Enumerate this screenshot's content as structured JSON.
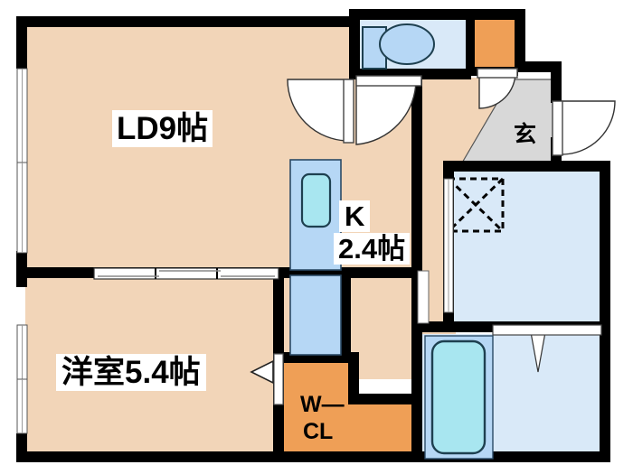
{
  "plan": {
    "title": "Apartment floor plan 1LDK",
    "rooms": [
      {
        "id": "ld",
        "label": "LD9帖",
        "name": "living-dining",
        "area_jo": 9,
        "floor_color": "#f2d5b8"
      },
      {
        "id": "kitchen",
        "label": "K",
        "label2": "2.4帖",
        "name": "kitchen",
        "area_jo": 2.4,
        "floor_color": "#f2d5b8"
      },
      {
        "id": "bedroom",
        "label": "洋室5.4帖",
        "name": "western-room",
        "area_jo": 5.4,
        "floor_color": "#f2d5b8"
      },
      {
        "id": "wcl",
        "label": "W—",
        "label2": "CL",
        "name": "walk-in-closet",
        "floor_color": "#ef9f56"
      },
      {
        "id": "genkan",
        "label": "玄",
        "name": "entrance",
        "floor_color": "#d8d8d8"
      }
    ],
    "colors": {
      "wall": "#000000",
      "floor": "#f2d5b8",
      "closet_orange": "#ef9f56",
      "water_area": "#d9e9f8",
      "fixture_blue": "#b6d7f5",
      "tub_inner": "#a8e6f0",
      "entry_gray": "#d8d8d8",
      "door_swing": "#ffffff",
      "outline": "#1a1a1a",
      "background": "#ffffff"
    },
    "fixtures": [
      {
        "name": "toilet",
        "room": "toilet-room"
      },
      {
        "name": "bathtub",
        "room": "bathroom"
      },
      {
        "name": "kitchen-sink",
        "room": "kitchen"
      },
      {
        "name": "vanity",
        "room": "washroom"
      },
      {
        "name": "storage-closet",
        "room": "storage"
      }
    ],
    "openings": [
      {
        "name": "balcony-window-upper",
        "type": "window",
        "wall": "west"
      },
      {
        "name": "balcony-window-lower",
        "type": "window",
        "wall": "west"
      },
      {
        "name": "bedroom-sliding-door",
        "type": "sliding-door",
        "wall": "interior"
      },
      {
        "name": "ld-entry-door",
        "type": "hinged-door",
        "wall": "interior"
      },
      {
        "name": "toilet-door",
        "type": "hinged-door",
        "wall": "interior"
      },
      {
        "name": "front-door",
        "type": "hinged-door",
        "wall": "east"
      },
      {
        "name": "wcl-door",
        "type": "folding-door",
        "wall": "interior"
      },
      {
        "name": "bathroom-door",
        "type": "hinged-door",
        "wall": "interior"
      },
      {
        "name": "storage-door",
        "type": "sliding-door",
        "wall": "interior"
      }
    ]
  }
}
